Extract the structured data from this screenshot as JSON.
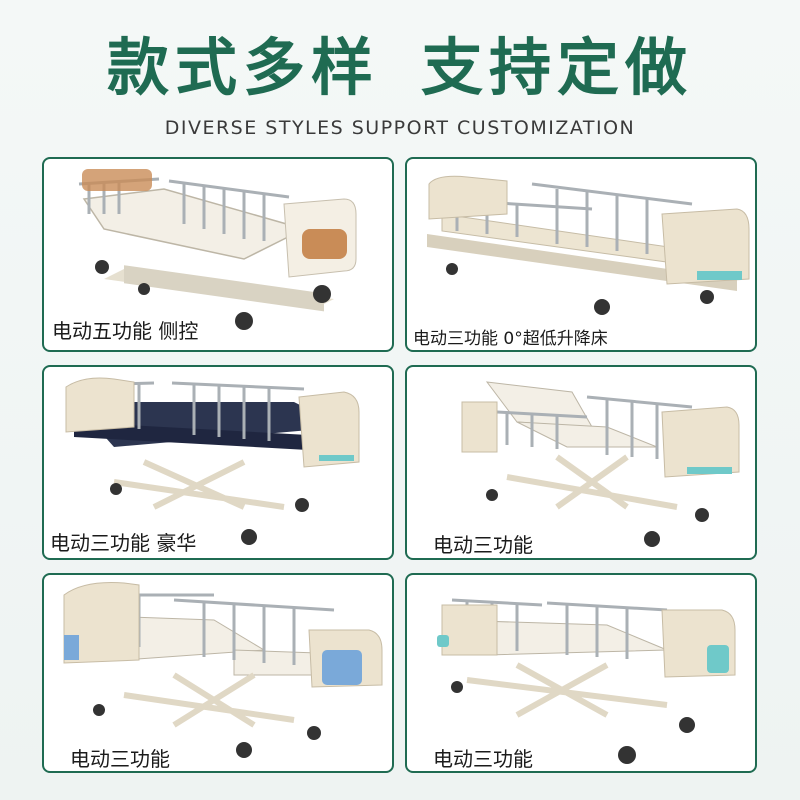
{
  "header": {
    "title_part1": "款式多样",
    "title_part2": "支持定做",
    "subtitle": "DIVERSE STYLES SUPPORT CUSTOMIZATION"
  },
  "products": [
    {
      "label": "电动五功能 侧控",
      "accent": "#c98c57"
    },
    {
      "label": "电动三功能 0°超低升降床",
      "accent": "#6fc9c9"
    },
    {
      "label": "电动三功能 豪华",
      "accent": "#6fc9c9"
    },
    {
      "label": "电动三功能",
      "accent": "#6fc9c9"
    },
    {
      "label": "电动三功能",
      "accent": "#7aa9d9"
    },
    {
      "label": "电动三功能",
      "accent": "#6fc9c9"
    }
  ],
  "colors": {
    "brand": "#1f6b52",
    "card_border": "#1f6b52",
    "frame": "#ece6d6",
    "headboard": "#f2ece0"
  },
  "icons": [
    "hospital-bed-icon",
    "caster-wheel-icon",
    "side-rail-icon"
  ]
}
